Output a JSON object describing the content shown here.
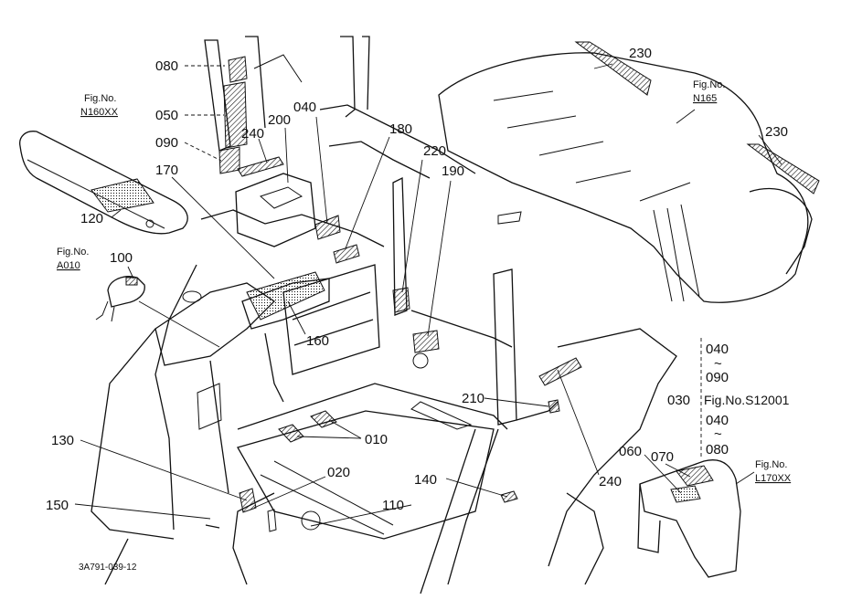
{
  "figure_id": "3A791-039-12",
  "part_labels": {
    "p080_top": "080",
    "p050": "050",
    "p090_left": "090",
    "p240_top": "240",
    "p200": "200",
    "p040_top": "040",
    "p180": "180",
    "p220": "220",
    "p190": "190",
    "p170": "170",
    "p120": "120",
    "p100": "100",
    "p160": "160",
    "p230_top": "230",
    "p230_right": "230",
    "p040_r1": "040",
    "p090_r": "090",
    "p030": "030",
    "p040_r2": "040",
    "p080_r": "080",
    "p210": "210",
    "p010": "010",
    "p240_bottom": "240",
    "p070": "070",
    "p060": "060",
    "p130": "130",
    "p020": "020",
    "p140": "140",
    "p150": "150",
    "p110": "110"
  },
  "tildes": {
    "t1": "~",
    "t2": "~"
  },
  "fig_refs": {
    "n160_label": "Fig.No.",
    "n160_value": "N160XX",
    "a010_label": "Fig.No.",
    "a010_value": "A010",
    "n165_label": "Fig.No.",
    "n165_value": "N165",
    "s12001": "Fig.No.S12001",
    "l170_label": "Fig.No.",
    "l170_value": "L170XX"
  }
}
